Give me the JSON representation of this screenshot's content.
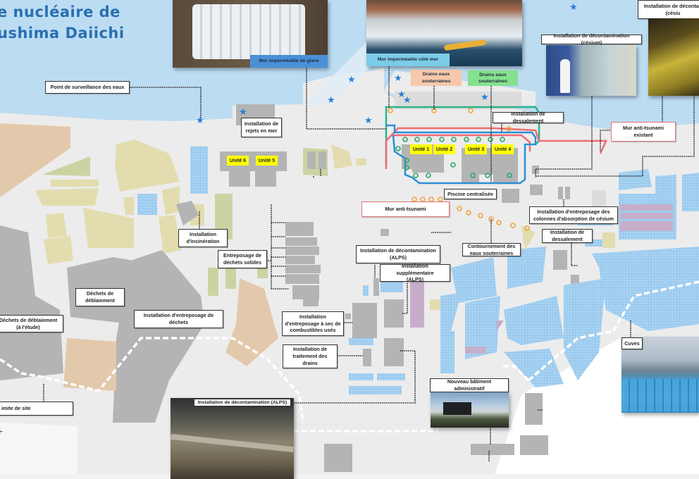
{
  "title": {
    "line1": "e nucléaire de",
    "line2": "ushima Daiichi"
  },
  "colors": {
    "sea": "#bcdcf2",
    "land": "#ececec",
    "road": "#f7f7f7",
    "building_gray": "#b3b3b3",
    "tan_area": "#e3dcae",
    "green_area": "#ccd3a3",
    "orange_area": "#e3c9ab",
    "purple_area": "#c6aecb",
    "tank_grid": "#9ccbef",
    "unit_yellow": "#ffff00",
    "sea_wall_green": "#2ab38a",
    "anti_tsunami_red": "#ef6b76",
    "ice_wall_blue": "#2b8fd8",
    "drain_marker_orange": "#f2a23c",
    "drain_marker_green": "#2aa866",
    "star_blue": "#2a7fd4"
  },
  "photos": [
    {
      "id": "ice-wall",
      "caption": "Mur imperméable de glace",
      "caption_bg": "#4a90d9"
    },
    {
      "id": "sea-side-wall",
      "caption": "Mur imperméable côté mer",
      "caption_bg": "#7ccbe9"
    },
    {
      "id": "cesium-decontamination",
      "caption": "Installation de décontamination (césium)"
    },
    {
      "id": "cesium-decontamination-2",
      "caption": "Installation de décontan (césiu"
    },
    {
      "id": "new-admin-building",
      "caption": "Nouveau bâtiment\nadministratif"
    },
    {
      "id": "tanks",
      "caption": "Cuves"
    },
    {
      "id": "alps-decontamination",
      "caption": "Installation de décontamination (ALPS)"
    }
  ],
  "drain_tags": [
    {
      "label": "Drains eaux\nsouterraines",
      "bg": "#f7c8ab"
    },
    {
      "label": "Drains eaux\nsouterraines",
      "bg": "#86e08e"
    }
  ],
  "units": [
    "Unité 6",
    "Unité 5",
    "Unité 1",
    "Unité 2",
    "Unité 3",
    "Unité 4"
  ],
  "labels": {
    "water_monitoring": "Point de surveillance des eaux",
    "sea_discharge": "Installation de\nrejets en mer",
    "desalination_top": "Installation de dessalement",
    "existing_tsunami_wall": "Mur anti-tsunami\nexistant",
    "tsunami_wall": "Mur anti-tsunami",
    "central_pool": "Piscine centralisée",
    "cesium_columns": "Installation d'entreposage des\ncolonnes d'absorption de césium",
    "desalination": "Installation de\ndessalement",
    "groundwater_bypass": "Contournement des\neaux souterraines",
    "alps": "Installation de décontamination\n(ALPS)",
    "alps_additional": "Installation supplémentaire\n(ALPS)",
    "incineration": "Installation\nd'incinération",
    "solid_waste": "Entreposage de\ndéchets solides",
    "rubble": "Déchets de\ndéblaiement",
    "rubble_study": "Déchets de déblaiement\n(à l'étude)",
    "waste_storage": "Installation d'entreposage de\ndéchets",
    "dry_cask": "Installation\nd'entreposage à sec de\ncombustibles usés",
    "drain_treatment": "Installation de\ntraitement des\ndrains",
    "site_limit": "imite de site"
  },
  "compass_icon": "+"
}
